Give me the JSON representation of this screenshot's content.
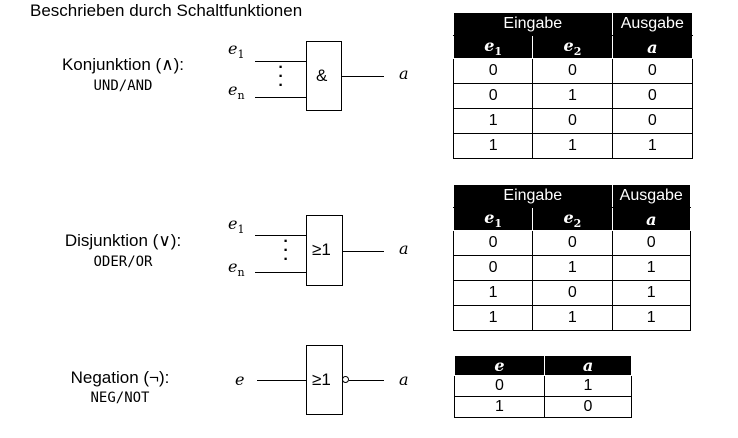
{
  "heading": "Beschrieben durch Schaltfunktionen",
  "gates": [
    {
      "name": "Konjunktion (∧):",
      "sub": "UND/AND",
      "symbol": "&",
      "in1": "e",
      "in1_sub": "1",
      "in2": "e",
      "in2_sub": "n",
      "out": "a",
      "table": {
        "group_in": "Eingabe",
        "group_out": "Ausgabe",
        "cols": [
          {
            "v": "e",
            "s": "1"
          },
          {
            "v": "e",
            "s": "2"
          },
          {
            "v": "a",
            "s": ""
          }
        ],
        "rows": [
          [
            "0",
            "0",
            "0"
          ],
          [
            "0",
            "1",
            "0"
          ],
          [
            "1",
            "0",
            "0"
          ],
          [
            "1",
            "1",
            "1"
          ]
        ]
      }
    },
    {
      "name": "Disjunktion (∨):",
      "sub": "ODER/OR",
      "symbol": "≥1",
      "in1": "e",
      "in1_sub": "1",
      "in2": "e",
      "in2_sub": "n",
      "out": "a",
      "table": {
        "group_in": "Eingabe",
        "group_out": "Ausgabe",
        "cols": [
          {
            "v": "e",
            "s": "1"
          },
          {
            "v": "e",
            "s": "2"
          },
          {
            "v": "a",
            "s": ""
          }
        ],
        "rows": [
          [
            "0",
            "0",
            "0"
          ],
          [
            "0",
            "1",
            "1"
          ],
          [
            "1",
            "0",
            "1"
          ],
          [
            "1",
            "1",
            "1"
          ]
        ]
      }
    },
    {
      "name": "Negation (¬):",
      "sub": "NEG/NOT",
      "symbol": "≥1",
      "in1": "e",
      "out": "a",
      "table": {
        "cols": [
          {
            "v": "e",
            "s": ""
          },
          {
            "v": "a",
            "s": ""
          }
        ],
        "rows": [
          [
            "0",
            "1"
          ],
          [
            "1",
            "0"
          ]
        ]
      }
    }
  ]
}
